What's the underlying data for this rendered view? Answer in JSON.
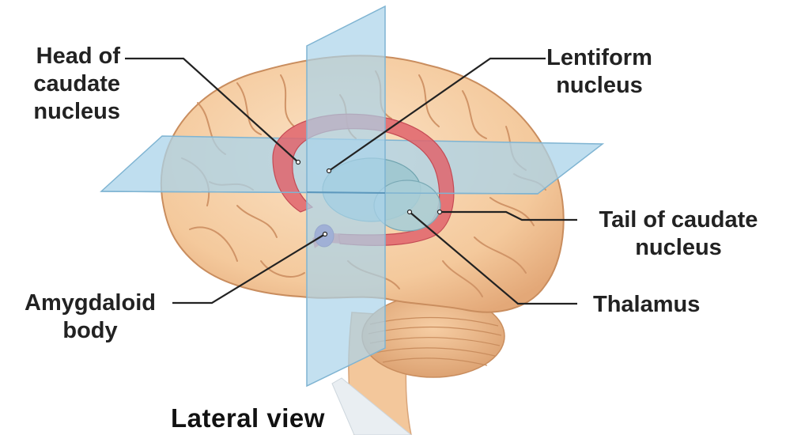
{
  "labels": {
    "head_of_caudate": [
      "Head of",
      "caudate",
      "nucleus"
    ],
    "lentiform": [
      "Lentiform",
      "nucleus"
    ],
    "tail_of_caudate": [
      "Tail of caudate",
      "nucleus"
    ],
    "thalamus": [
      "Thalamus"
    ],
    "amygdaloid": [
      "Amygdaloid",
      "body"
    ]
  },
  "caption": "Lateral view",
  "colors": {
    "brain": "#f7d3ae",
    "brain_shadow": "#e2ac7c",
    "plane": "#a9d3ea",
    "caudate": "#e0646c",
    "lentiform": "#9cc6cf",
    "thalamus": "#a9cdd6",
    "amygdala": "#8a5fa8"
  }
}
